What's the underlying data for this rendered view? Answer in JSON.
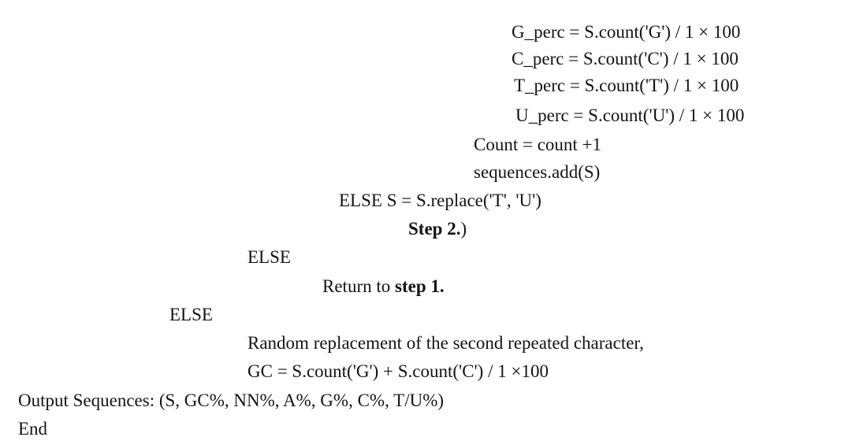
{
  "document": {
    "lines": {
      "g_perc": "G_perc = S.count('G') / 1 × 100",
      "c_perc": "C_perc = S.count('C') / 1 × 100",
      "t_perc": "T_perc = S.count('T') / 1 × 100",
      "u_perc": "U_perc = S.count('U') / 1 × 100",
      "count_increment": "Count = count +1",
      "sequences_add": "sequences.add(S)",
      "else_replace": "ELSE S = S.replace('T', 'U')",
      "step2_label": "Step 2.",
      "step2_paren": ")",
      "else_inner": "ELSE",
      "return_prefix": "Return to ",
      "return_step": "step 1.",
      "else_outer": "ELSE",
      "random_replacement": "Random replacement of the second repeated character,",
      "gc_formula": "GC = S.count('G') + S.count('C') / 1 ×100",
      "output_sequences": "Output Sequences: (S, GC%, NN%, A%, G%, C%, T/U%)",
      "end": "End"
    }
  }
}
